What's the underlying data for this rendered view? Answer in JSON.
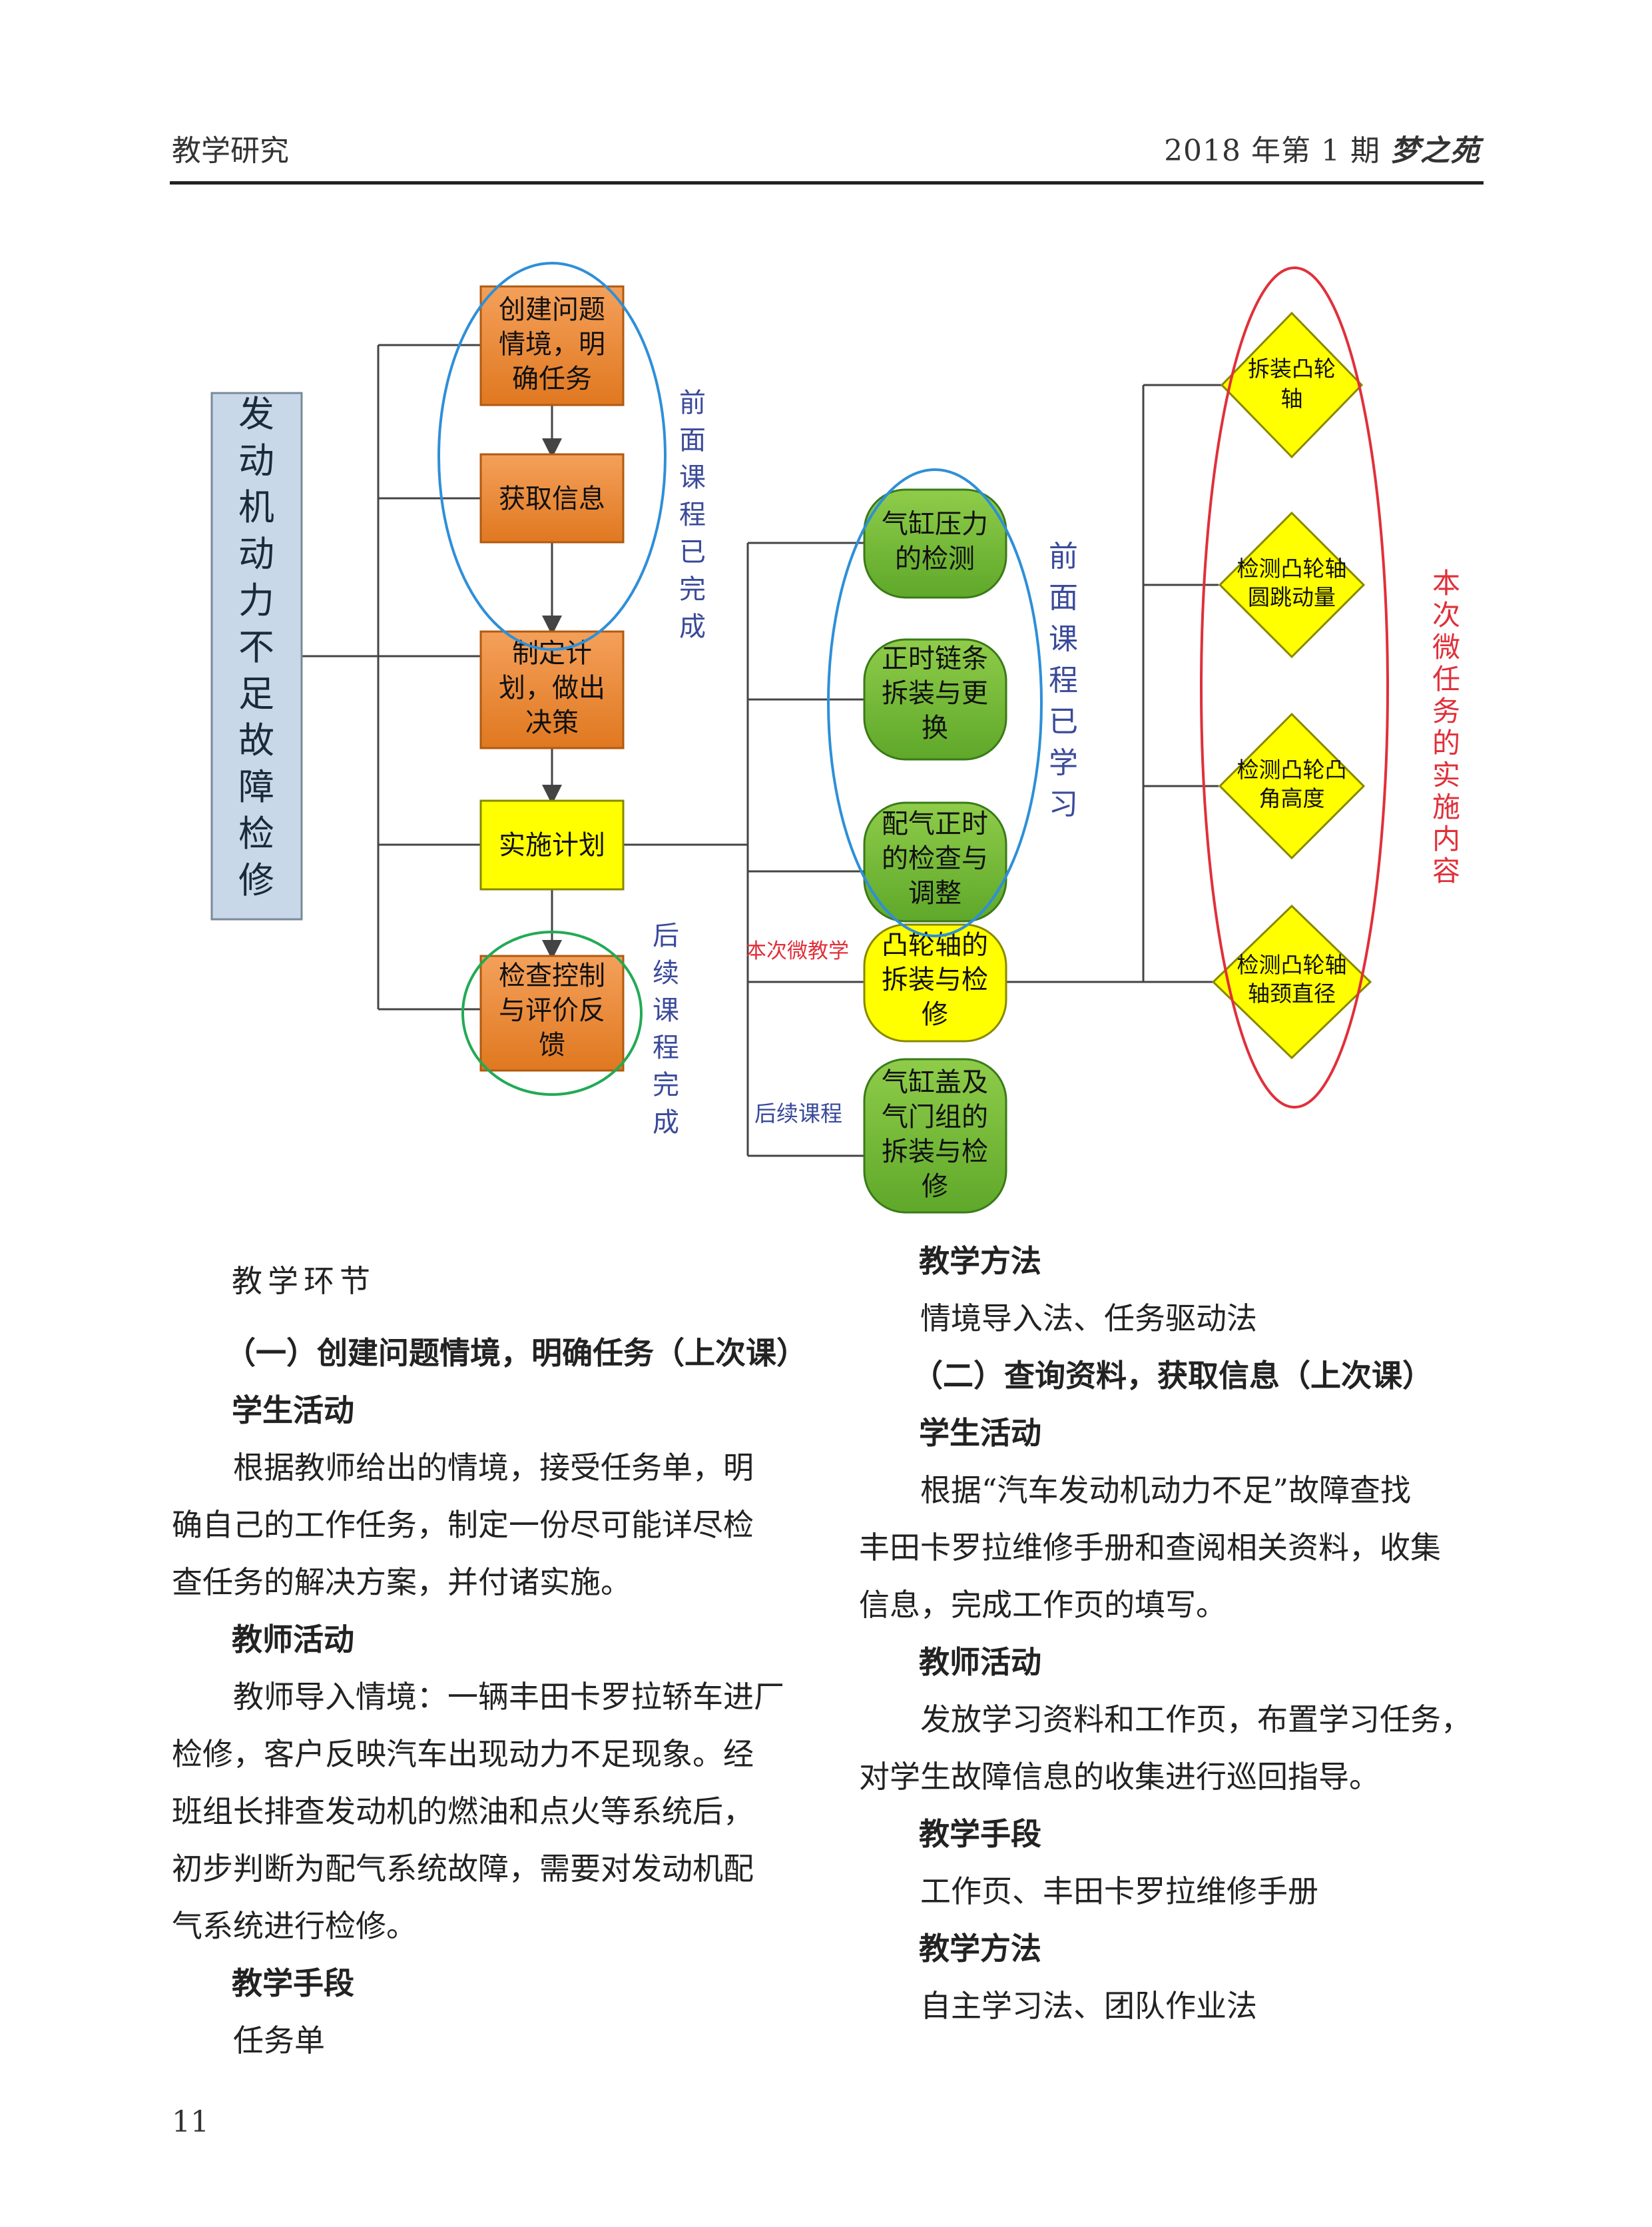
{
  "header": {
    "section": "教学研究",
    "issue": "2018 年第 1 期",
    "brand": "梦之苑"
  },
  "diagram": {
    "root": "发动机动力不足故障检修",
    "steps": [
      "创建问题情境，明确任务",
      "获取信息",
      "制定计划，做出决策",
      "实施计划",
      "检查控制与评价反馈"
    ],
    "step_group_notes": {
      "done": "前面课程已完成",
      "later": "后续课程完成"
    },
    "tasks": [
      "气缸压力的检测",
      "正时链条拆装与更换",
      "配气正时的检查与调整",
      "凸轮轴的拆装与检修",
      "气缸盖及气门组的拆装与检修"
    ],
    "task_group_note": "前面课程已学习",
    "current_label": "本次微教学",
    "later_label": "后续课程",
    "subtasks": [
      "拆装凸轮轴",
      "检测凸轮轴圆跳动量",
      "检测凸轮凸角高度",
      "检测凸轮轴轴颈直径"
    ],
    "subtask_note": "本次微任务的实施内容",
    "colors": {
      "orange": "#ee8833",
      "yellow": "#ffff00",
      "green": "#77bb33",
      "root": "#c8d8e8",
      "blue_oval": "#2e8fd8",
      "green_oval": "#22aa55",
      "red_oval": "#e0303a"
    }
  },
  "left": {
    "caption": "教学环节",
    "heading1": "（一）创建问题情境，明确任务（上次课）",
    "student_h": "学生活动",
    "student_lines": [
      "根据教师给出的情境，接受任务单，明",
      "确自己的工作任务，制定一份尽可能详尽检",
      "查任务的解决方案，并付诸实施。"
    ],
    "teacher_h": "教师活动",
    "teacher_lines": [
      "教师导入情境：一辆丰田卡罗拉轿车进厂",
      "检修，客户反映汽车出现动力不足现象。经",
      "班组长排查发动机的燃油和点火等系统后，",
      "初步判断为配气系统故障，需要对发动机配",
      "气系统进行检修。"
    ],
    "means_h": "教学手段",
    "means": "任务单"
  },
  "right": {
    "method_h": "教学方法",
    "method": "情境导入法、任务驱动法",
    "heading2": "（二）查询资料，获取信息（上次课）",
    "student_h": "学生活动",
    "student_lines": [
      "根据“汽车发动机动力不足”故障查找",
      "丰田卡罗拉维修手册和查阅相关资料，收集",
      "信息，完成工作页的填写。"
    ],
    "teacher_h": "教师活动",
    "teacher_lines": [
      "发放学习资料和工作页，布置学习任务，",
      "对学生故障信息的收集进行巡回指导。"
    ],
    "means_h": "教学手段",
    "means": "工作页、丰田卡罗拉维修手册",
    "method2_h": "教学方法",
    "method2": "自主学习法、团队作业法"
  },
  "page_number": "11"
}
